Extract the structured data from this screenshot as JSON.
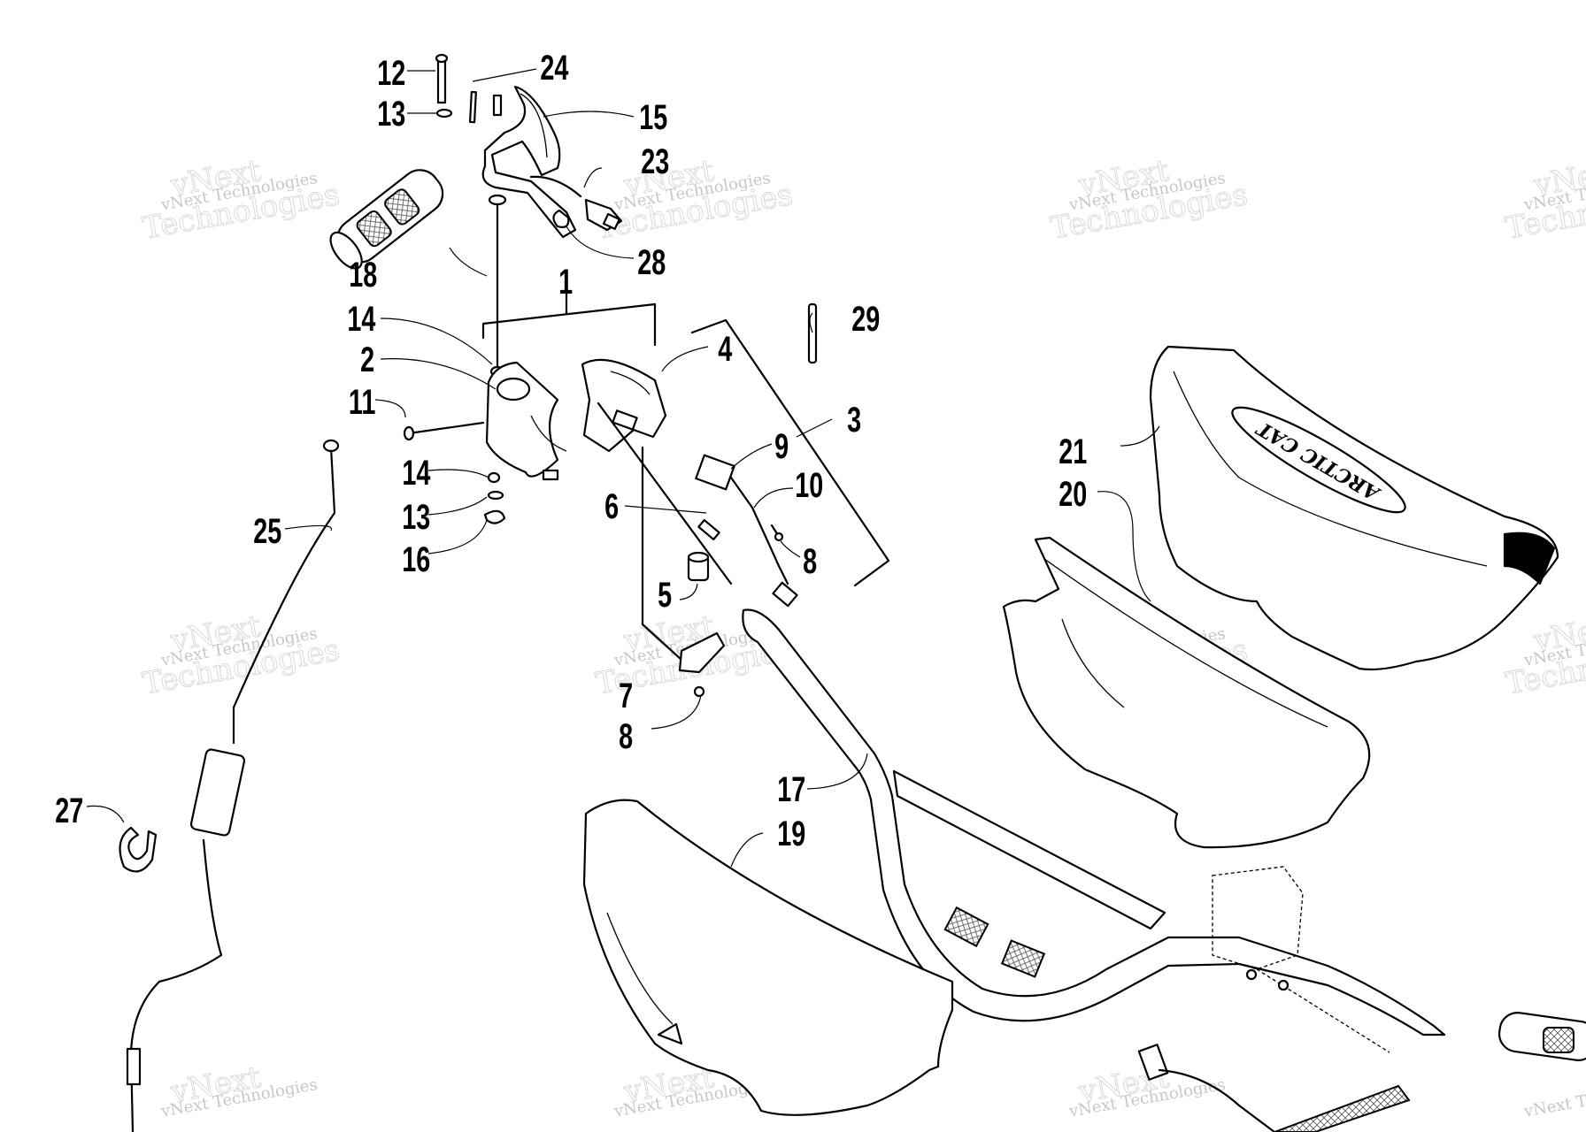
{
  "diagram": {
    "callouts": {
      "c1": "1",
      "c2": "2",
      "c3": "3",
      "c4": "4",
      "c5": "5",
      "c6": "6",
      "c7": "7",
      "c8a": "8",
      "c8b": "8",
      "c9": "9",
      "c10": "10",
      "c11": "11",
      "c12": "12",
      "c13a": "13",
      "c13b": "13",
      "c14a": "14",
      "c14b": "14",
      "c15": "15",
      "c16": "16",
      "c17": "17",
      "c18": "18",
      "c19": "19",
      "c20": "20",
      "c21": "21",
      "c23": "23",
      "c24": "24",
      "c25": "25",
      "c27": "27",
      "c28": "28",
      "c29": "29"
    },
    "logo_text": "ARCTIC CAT"
  },
  "watermark": {
    "brand": "vNext",
    "line_small": "vNext Technologies",
    "line_large": "Technologies"
  }
}
